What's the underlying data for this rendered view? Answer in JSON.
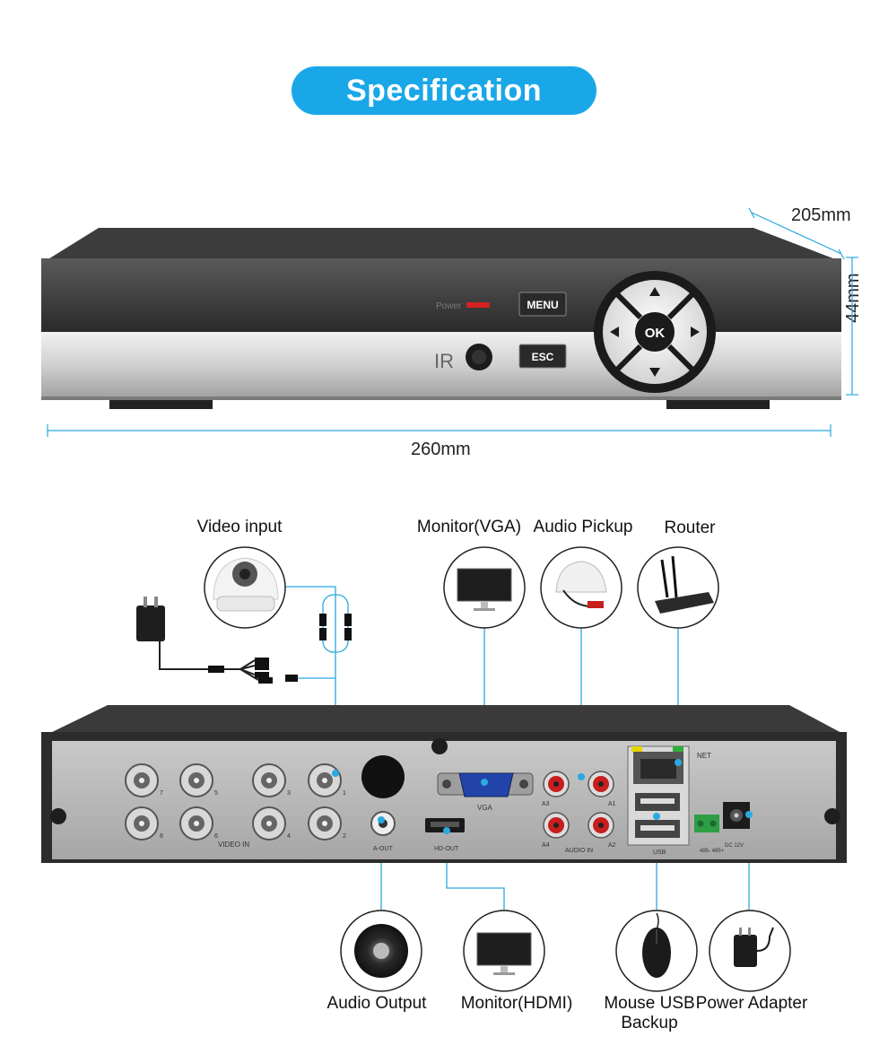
{
  "header": {
    "title": "Specification"
  },
  "dimensions": {
    "depth": "205mm",
    "height": "44mm",
    "width": "260mm"
  },
  "front_panel": {
    "power_label": "Power",
    "menu_label": "MENU",
    "esc_label": "ESC",
    "ok_label": "OK",
    "ir_label": "IR"
  },
  "rear_panel": {
    "video_in": "VIDEO IN",
    "vga": "VGA",
    "a_out": "A-OUT",
    "hd_out": "HD-OUT",
    "audio_in": "AUDIO IN",
    "net": "NET",
    "usb": "USB",
    "dc": "DC 12V",
    "rs485": "485-  485+",
    "bnc_top": [
      "7",
      "5",
      "3",
      "1"
    ],
    "bnc_bottom": [
      "8",
      "6",
      "4",
      "2"
    ],
    "audio_top": [
      "A3",
      "A1"
    ],
    "audio_bottom": [
      "A4",
      "A2"
    ]
  },
  "connections": {
    "video_input": "Video input",
    "monitor_vga": "Monitor(VGA)",
    "audio_pickup": "Audio Pickup",
    "router": "Router",
    "audio_output": "Audio Output",
    "monitor_hdmi": "Monitor(HDMI)",
    "mouse_usb_line1": "Mouse USB",
    "mouse_usb_line2": "Backup",
    "power_adapter": "Power Adapter"
  },
  "colors": {
    "accent": "#1aa7e8",
    "line": "#2aa9e0"
  }
}
